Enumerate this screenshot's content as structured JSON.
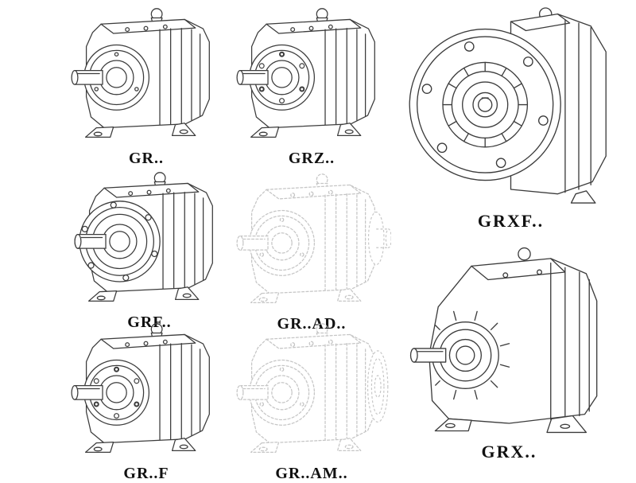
{
  "page": {
    "background": "#ffffff"
  },
  "colors": {
    "line": "#3c3c3c",
    "faded_line": "#c6c6c6",
    "label": "#111111"
  },
  "items": [
    {
      "id": "gr",
      "label": "GR..",
      "style": "solid"
    },
    {
      "id": "grz",
      "label": "GRZ..",
      "style": "solid"
    },
    {
      "id": "grxf",
      "label": "GRXF..",
      "style": "solid"
    },
    {
      "id": "grf",
      "label": "GRF..",
      "style": "solid"
    },
    {
      "id": "gr-ad",
      "label": "GR..AD..",
      "style": "faded"
    },
    {
      "id": "gr-f",
      "label": "GR..F",
      "style": "solid"
    },
    {
      "id": "gr-am",
      "label": "GR..AM..",
      "style": "faded"
    },
    {
      "id": "grx",
      "label": "GRX..",
      "style": "solid"
    }
  ]
}
